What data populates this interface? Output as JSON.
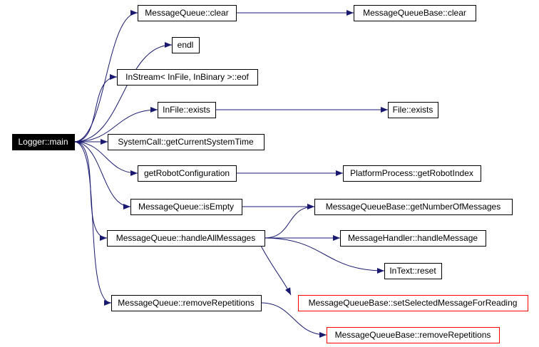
{
  "colors": {
    "edge": "#191970",
    "node_border": "#000000",
    "node_fill": "#ffffff",
    "root_fill": "#000000",
    "root_text": "#ffffff",
    "highlight_border": "#ff0000"
  },
  "nodes": [
    {
      "id": "root",
      "label": "Logger::main",
      "style": "root"
    },
    {
      "id": "mq_clear",
      "label": "MessageQueue::clear",
      "style": "normal"
    },
    {
      "id": "mqb_clear",
      "label": "MessageQueueBase::clear",
      "style": "normal"
    },
    {
      "id": "endl",
      "label": "endl",
      "style": "normal"
    },
    {
      "id": "instream_eof",
      "label": "InStream< InFile, InBinary >::eof",
      "style": "normal"
    },
    {
      "id": "infile_exists",
      "label": "InFile::exists",
      "style": "normal"
    },
    {
      "id": "file_exists",
      "label": "File::exists",
      "style": "normal"
    },
    {
      "id": "get_time",
      "label": "SystemCall::getCurrentSystemTime",
      "style": "normal"
    },
    {
      "id": "get_robot_config",
      "label": "getRobotConfiguration",
      "style": "normal"
    },
    {
      "id": "get_robot_index",
      "label": "PlatformProcess::getRobotIndex",
      "style": "normal"
    },
    {
      "id": "mq_is_empty",
      "label": "MessageQueue::isEmpty",
      "style": "normal"
    },
    {
      "id": "mqb_num_messages",
      "label": "MessageQueueBase::getNumberOfMessages",
      "style": "normal"
    },
    {
      "id": "mq_handle_all",
      "label": "MessageQueue::handleAllMessages",
      "style": "normal"
    },
    {
      "id": "mh_handle",
      "label": "MessageHandler::handleMessage",
      "style": "normal"
    },
    {
      "id": "intext_reset",
      "label": "InText::reset",
      "style": "normal"
    },
    {
      "id": "mqb_set_selected",
      "label": "MessageQueueBase::setSelectedMessageForReading",
      "style": "highlight"
    },
    {
      "id": "mq_remove_rep",
      "label": "MessageQueue::removeRepetitions",
      "style": "normal"
    },
    {
      "id": "mqb_remove_rep",
      "label": "MessageQueueBase::removeRepetitions",
      "style": "highlight"
    }
  ],
  "edges": [
    {
      "from": "root",
      "to": "mq_clear"
    },
    {
      "from": "mq_clear",
      "to": "mqb_clear"
    },
    {
      "from": "root",
      "to": "endl"
    },
    {
      "from": "root",
      "to": "instream_eof"
    },
    {
      "from": "root",
      "to": "infile_exists"
    },
    {
      "from": "infile_exists",
      "to": "file_exists"
    },
    {
      "from": "root",
      "to": "get_time"
    },
    {
      "from": "root",
      "to": "get_robot_config"
    },
    {
      "from": "get_robot_config",
      "to": "get_robot_index"
    },
    {
      "from": "root",
      "to": "mq_is_empty"
    },
    {
      "from": "mq_is_empty",
      "to": "mqb_num_messages"
    },
    {
      "from": "root",
      "to": "mq_handle_all"
    },
    {
      "from": "mq_handle_all",
      "to": "mqb_num_messages"
    },
    {
      "from": "mq_handle_all",
      "to": "mh_handle"
    },
    {
      "from": "mq_handle_all",
      "to": "intext_reset"
    },
    {
      "from": "mq_handle_all",
      "to": "mqb_set_selected"
    },
    {
      "from": "root",
      "to": "mq_remove_rep"
    },
    {
      "from": "mq_remove_rep",
      "to": "mqb_remove_rep"
    }
  ]
}
